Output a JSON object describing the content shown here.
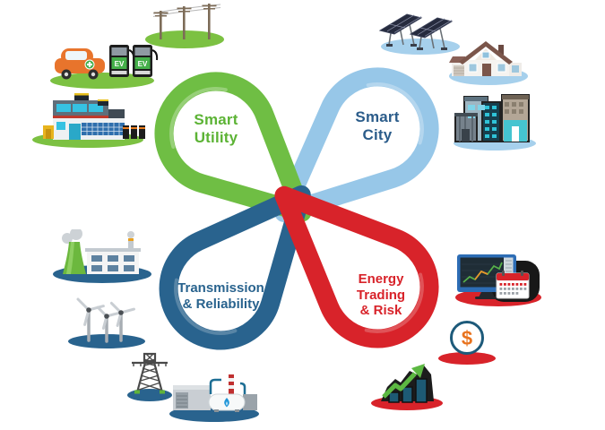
{
  "loops": {
    "smart_utility": {
      "lines": [
        "Smart",
        "Utility"
      ],
      "color": "#6fbe44",
      "text_color": "#5cb335",
      "base_color": "#7cc142"
    },
    "smart_city": {
      "lines": [
        "Smart",
        "City"
      ],
      "color": "#97c7e8",
      "text_color": "#2b5c8a",
      "base_color": "#a6d0ec"
    },
    "transmission_reliability": {
      "lines": [
        "Transmission",
        "& Reliability"
      ],
      "color": "#29638e",
      "text_color": "#29638e",
      "base_color": "#29638e"
    },
    "energy_trading_risk": {
      "lines": [
        "Energy",
        "Trading",
        "& Risk"
      ],
      "color": "#d8232a",
      "text_color": "#d8232a",
      "base_color": "#d8232a"
    }
  },
  "icon_labels": {
    "ev": "EV",
    "dollar": "$"
  },
  "quadrant_icons": {
    "smart_utility": [
      "power-lines",
      "ev-car-charging",
      "smart-building-solar-battery"
    ],
    "smart_city": [
      "solar-panel-array",
      "smart-home",
      "city-buildings"
    ],
    "transmission_reliability": [
      "power-plant",
      "wind-turbines",
      "transmission-tower",
      "gas-processing-plant"
    ],
    "energy_trading_risk": [
      "trading-screens-calendar",
      "dollar-coin",
      "growth-bar-chart"
    ]
  }
}
